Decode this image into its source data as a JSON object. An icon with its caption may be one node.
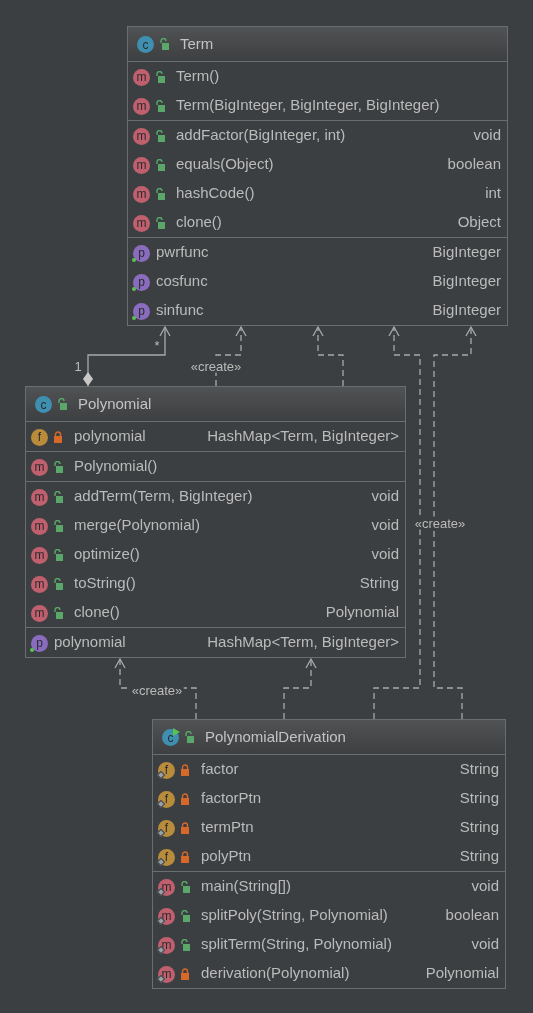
{
  "diagram": {
    "nodes": [
      {
        "text": [
          "c",
          "Term",
          "m",
          "Term()",
          "m",
          "Term(BigInteger, BigInteger, BigInteger)",
          "m",
          "addFactor(BigInteger, int)",
          "void",
          "m",
          "equals(Object)",
          "boolean",
          "m",
          "hashCode()",
          "int",
          "m",
          "clone()",
          "Object",
          "p",
          "pwrfunc",
          "BigInteger",
          "p",
          "cosfunc",
          "BigInteger",
          "p",
          "sinfunc",
          "BigInteger"
        ]
      },
      {
        "text": [
          "c",
          "Polynomial",
          "f",
          "polynomial",
          "HashMap<Term, BigInteger>",
          "m",
          "Polynomial()",
          "m",
          "addTerm(Term, BigInteger)",
          "void",
          "m",
          "merge(Polynomial)",
          "void",
          "m",
          "optimize()",
          "void",
          "m",
          "toString()",
          "String",
          "m",
          "clone()",
          "Polynomial",
          "p",
          "polynomial",
          "HashMap<Term, BigInteger>"
        ]
      },
      {
        "text": [
          "c",
          "PolynomialDerivation",
          "f",
          "factor",
          "String",
          "f",
          "factorPtn",
          "String",
          "f",
          "termPtn",
          "String",
          "f",
          "polyPtn",
          "String",
          "m",
          "main(String[])",
          "void",
          "m",
          "splitPoly(String, Polynomial)",
          "boolean",
          "m",
          "splitTerm(String, Polynomial)",
          "void",
          "m",
          "derivation(Polynomial)",
          "Polynomial"
        ]
      }
    ],
    "edges": [
      {
        "from": 1,
        "to": 0,
        "arrow": "to"
      },
      {
        "from": 1,
        "to": 0,
        "arrow": "to",
        "style": "dashed",
        "label": "«create»"
      },
      {
        "from": 1,
        "to": 0,
        "arrow": "to",
        "style": "dashed"
      },
      {
        "from": 2,
        "to": 0,
        "arrow": "to",
        "style": "dashed",
        "label": "«create»"
      },
      {
        "from": 2,
        "to": 0,
        "arrow": "to",
        "style": "dashed"
      },
      {
        "from": 2,
        "to": 1,
        "arrow": "to",
        "style": "dashed",
        "label": "«create»"
      },
      {
        "from": 2,
        "to": 1,
        "arrow": "to",
        "style": "dashed"
      }
    ],
    "labels": [
      "1",
      "*"
    ]
  }
}
